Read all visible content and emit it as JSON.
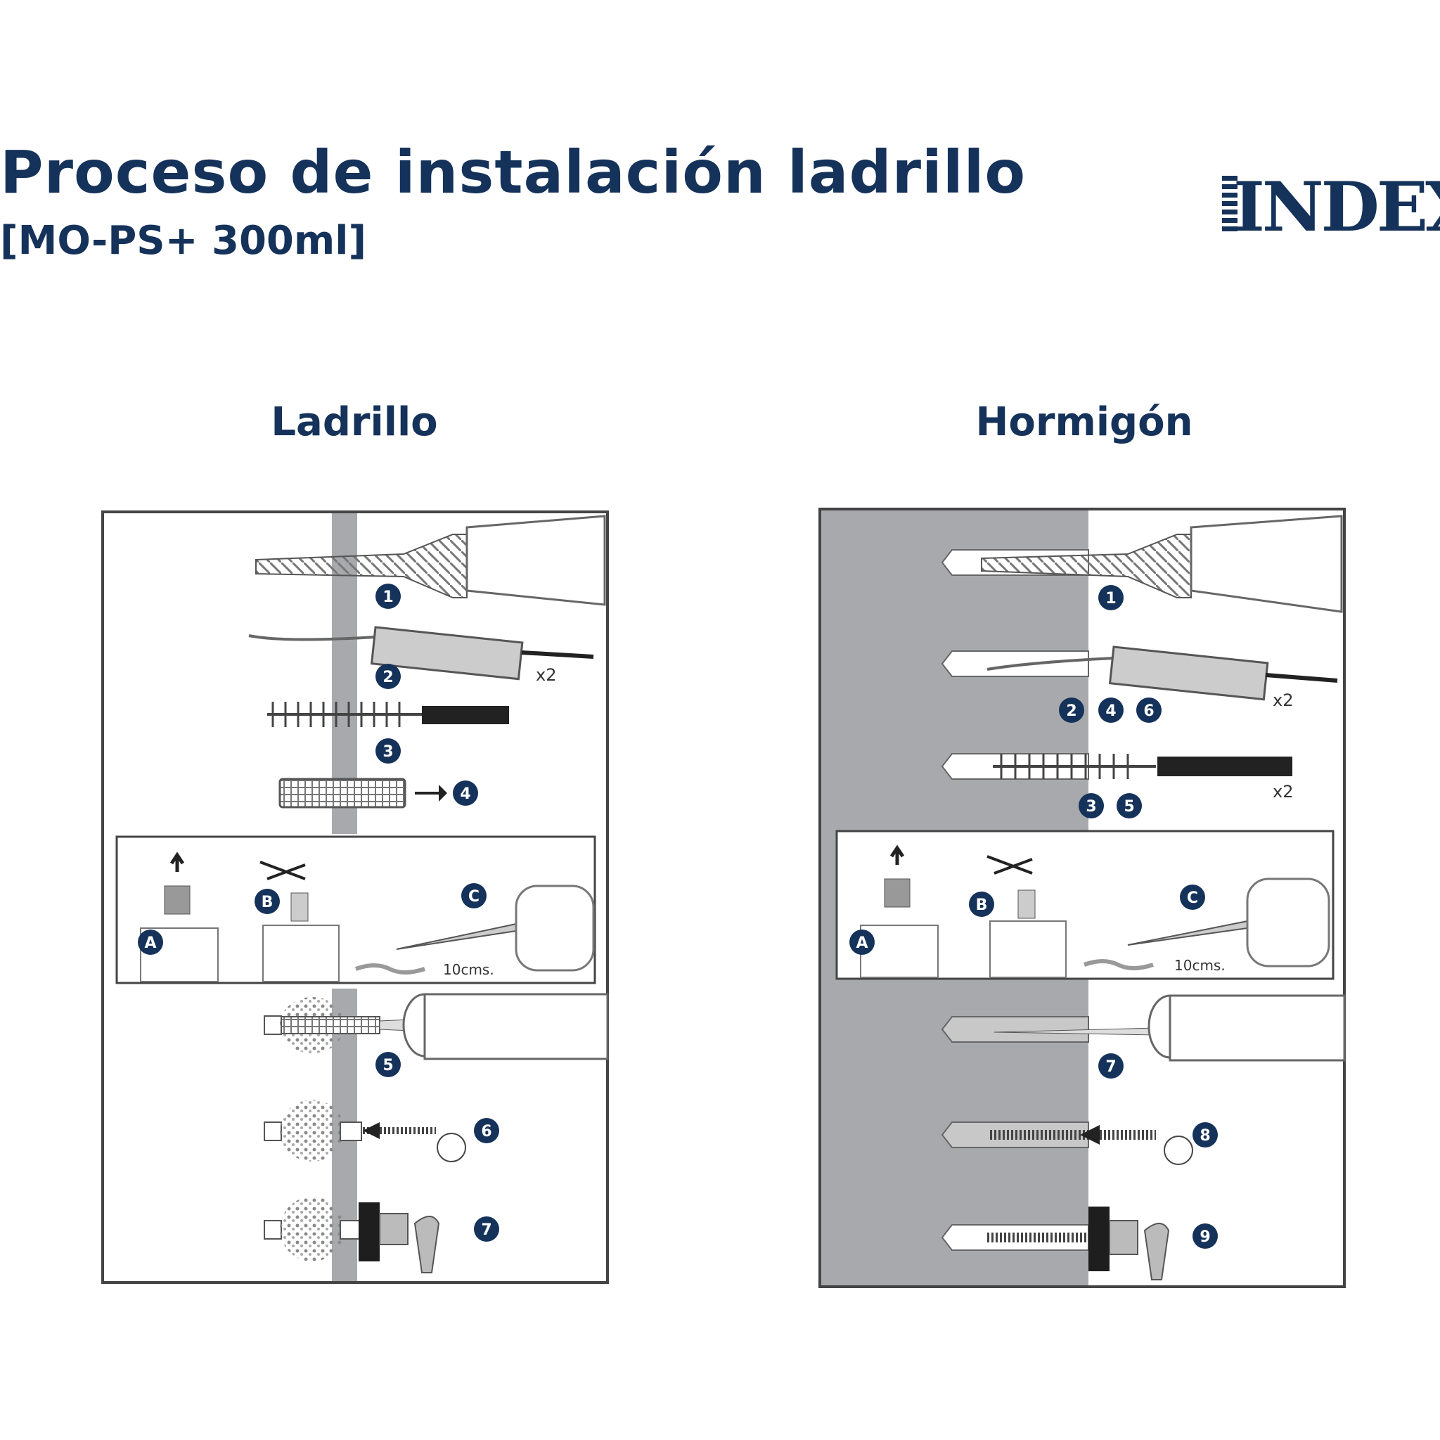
{
  "header": {
    "title": "Proceso de instalación ladrillo",
    "subtitle": "[MO-PS+ 300ml]",
    "logo_text": "INDEX"
  },
  "colors": {
    "brand": "#15325a",
    "concrete": "#a7a9ac",
    "line": "#5a5a5a"
  },
  "ladrillo": {
    "title": "Ladrillo",
    "steps": [
      "1",
      "2",
      "3",
      "4",
      "5",
      "6",
      "7"
    ],
    "inset": {
      "letters": [
        "A",
        "B",
        "C"
      ],
      "length_label": "10cms."
    },
    "repeat_label": "x2"
  },
  "hormigon": {
    "title": "Hormigón",
    "steps": [
      "1",
      "2",
      "4",
      "6",
      "3",
      "5",
      "7",
      "8",
      "9"
    ],
    "inset": {
      "letters": [
        "A",
        "B",
        "C"
      ],
      "length_label": "10cms."
    },
    "repeat_label": "x2",
    "repeat_label_brush": "x2"
  }
}
